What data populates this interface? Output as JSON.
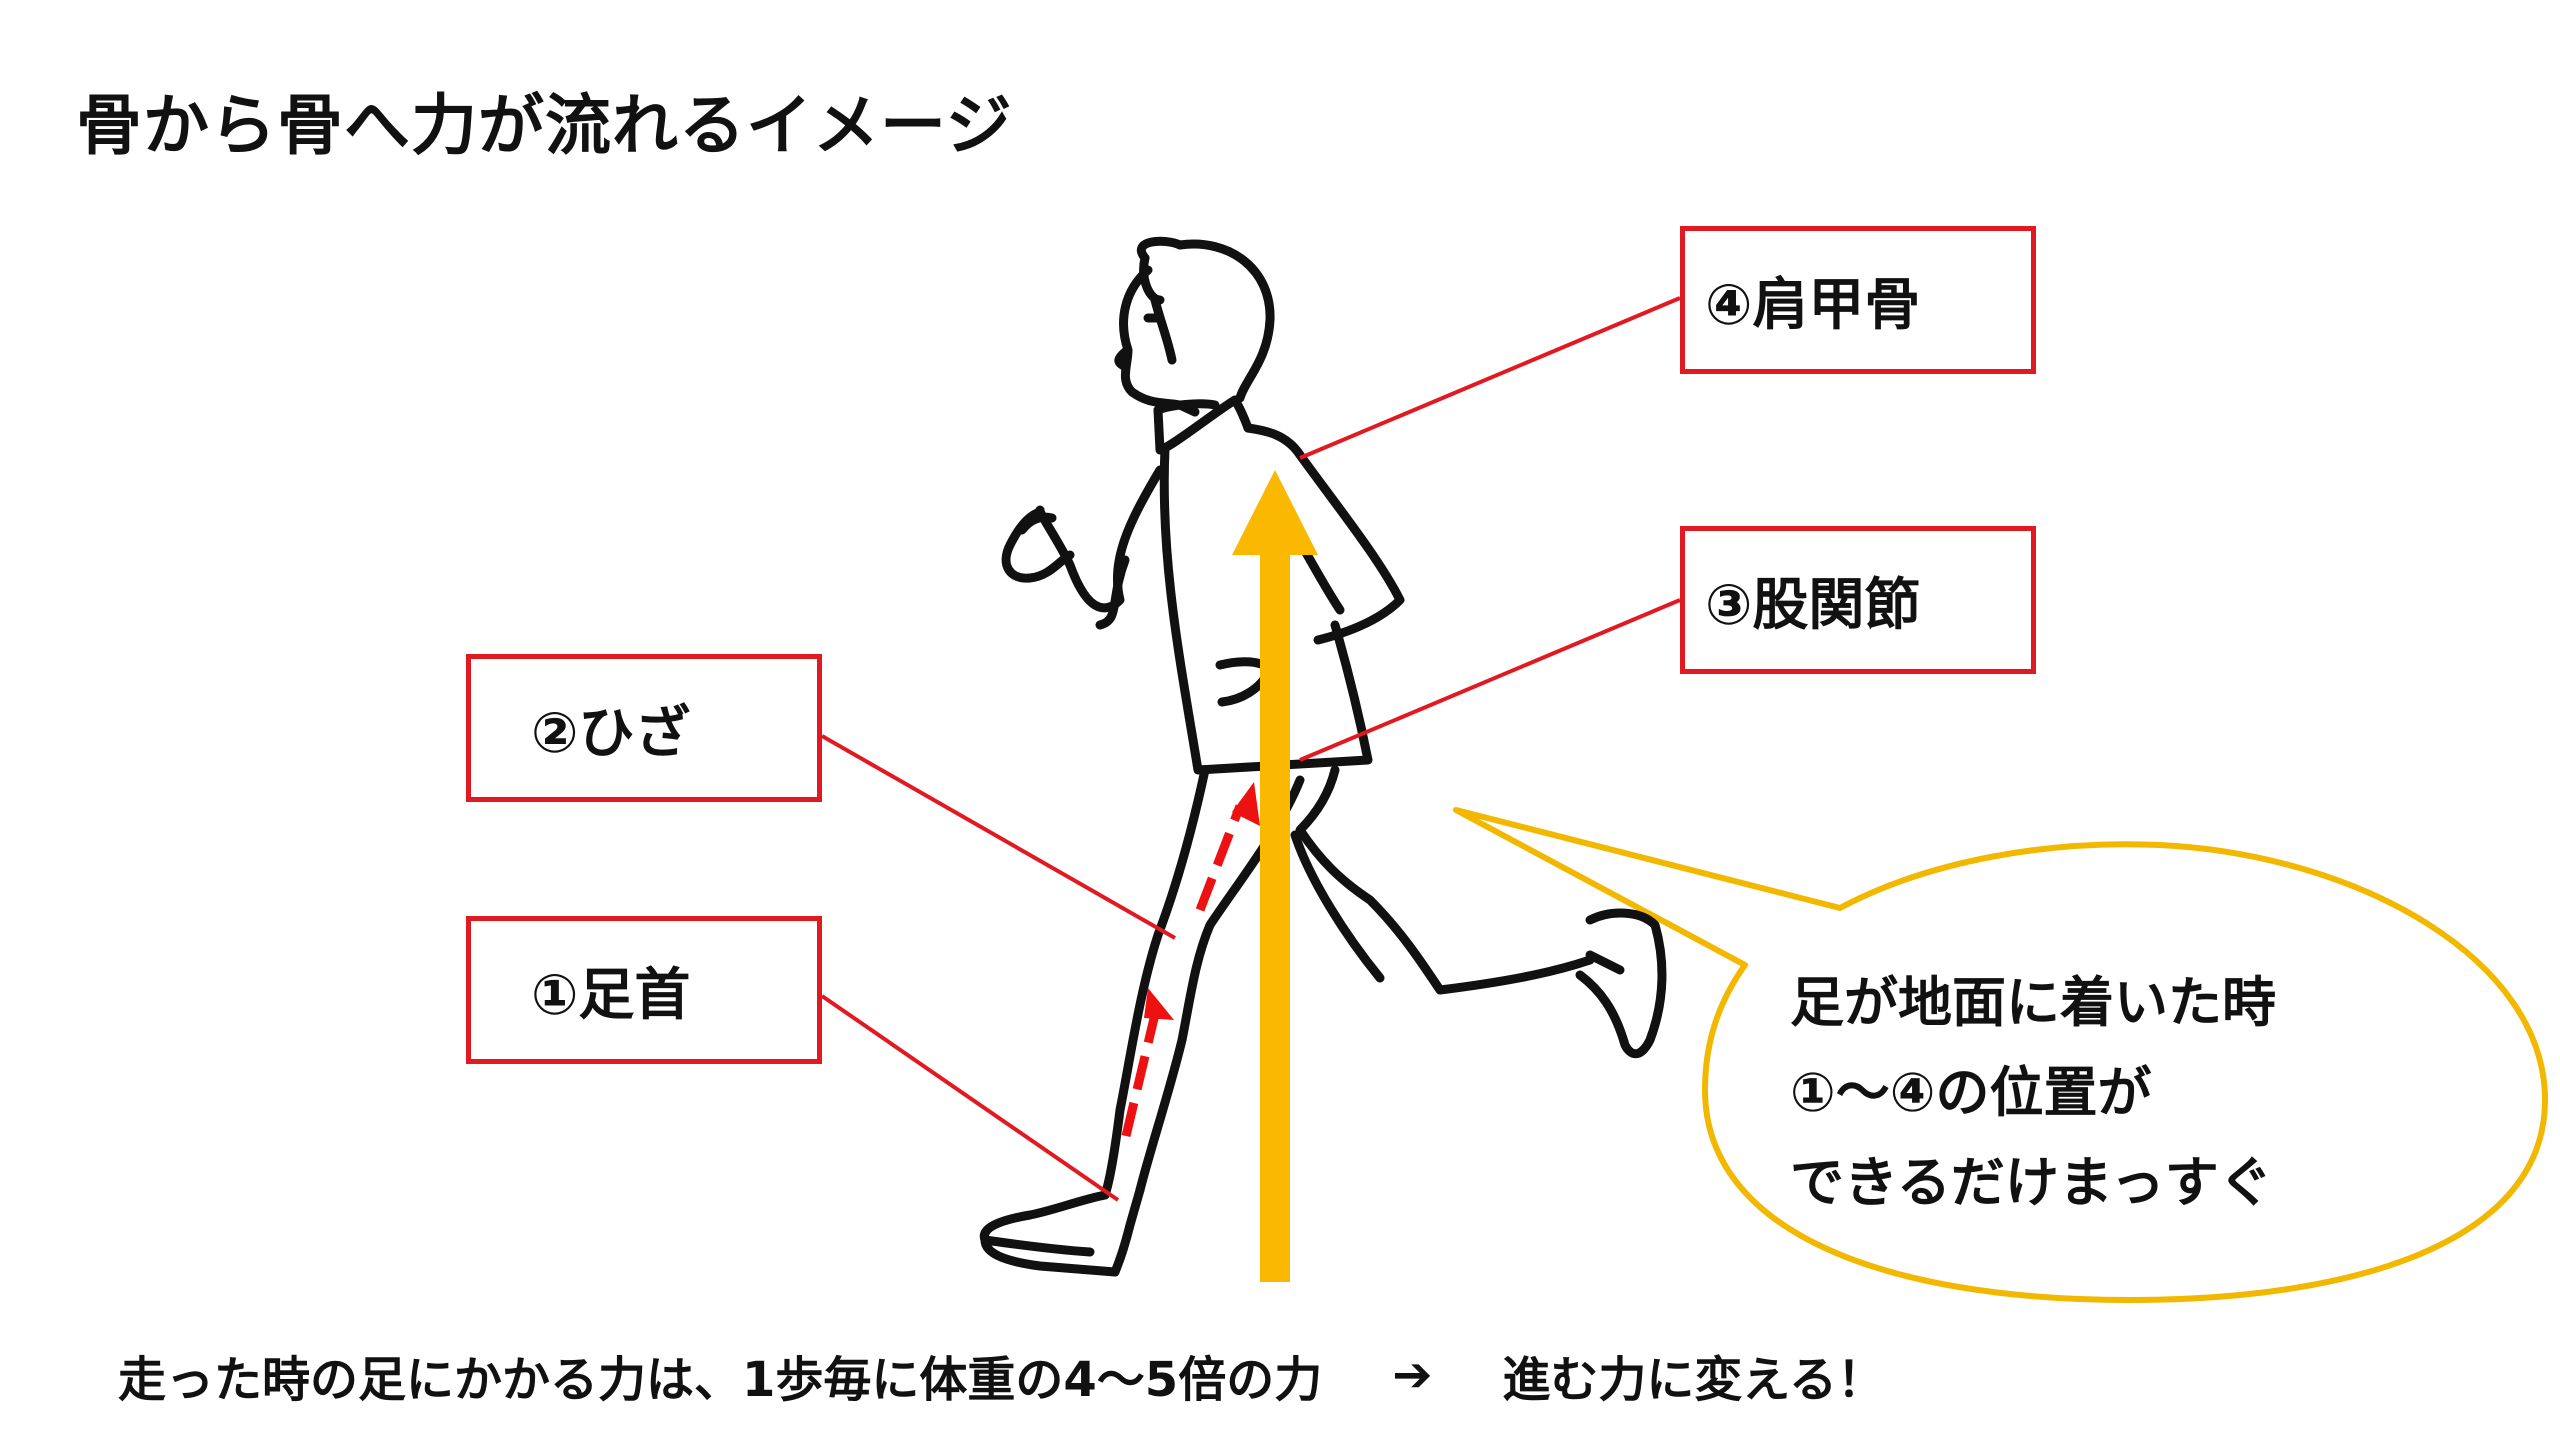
{
  "title": "骨から骨へ力が流れるイメージ",
  "labels": {
    "shoulder": "④肩甲骨",
    "hip": "③股関節",
    "knee": "②ひざ",
    "ankle": "①足首"
  },
  "bubble": {
    "lines": [
      "足が地面に着いた時",
      "①〜④の位置が",
      "できるだけまっすぐ"
    ]
  },
  "caption": {
    "left": "走った時の足にかかる力は、1歩毎に体重の4〜5倍の力",
    "arrow": "➔",
    "right": "進む力に変える！"
  },
  "colors": {
    "label_border": "#e11a22",
    "leader_line": "#e11a22",
    "force_arrow": "#fbb800",
    "bubble_border": "#f2b800",
    "small_arrows": "#ee1111",
    "figure_stroke": "#111111"
  }
}
